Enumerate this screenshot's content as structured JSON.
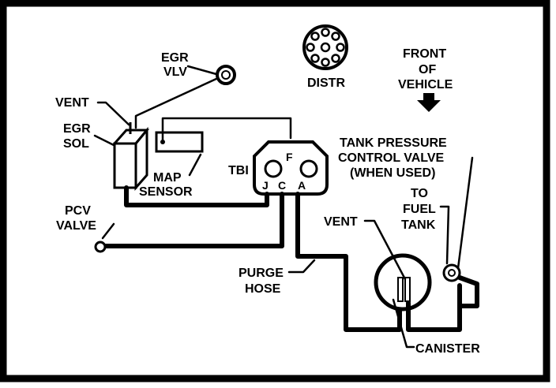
{
  "labels": {
    "egr_vlv_1": "EGR",
    "egr_vlv_2": "VLV",
    "distr": "DISTR",
    "front_1": "FRONT",
    "front_2": "OF",
    "front_3": "VEHICLE",
    "vent_top": "VENT",
    "egr_sol_1": "EGR",
    "egr_sol_2": "SOL",
    "map_1": "MAP",
    "map_2": "SENSOR",
    "tbi": "TBI",
    "port_f": "F",
    "port_j": "J",
    "port_c": "C",
    "port_a": "A",
    "tank_pcv_1": "TANK PRESSURE",
    "tank_pcv_2": "CONTROL VALVE",
    "tank_pcv_3": "(WHEN USED)",
    "to_tank_1": "TO",
    "to_tank_2": "FUEL",
    "to_tank_3": "TANK",
    "pcv_1": "PCV",
    "pcv_2": "VALVE",
    "vent_canister": "VENT",
    "purge_1": "PURGE",
    "purge_2": "HOSE",
    "canister": "CANISTER"
  }
}
